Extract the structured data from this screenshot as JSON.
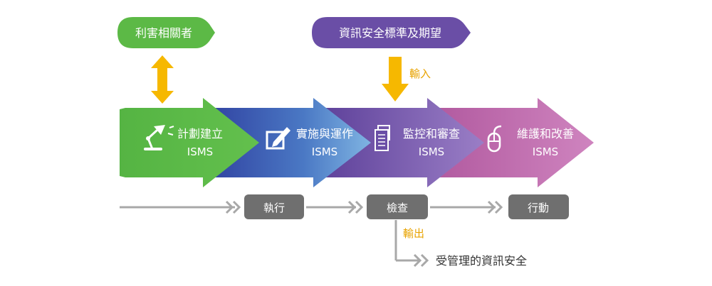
{
  "top_labels": {
    "stakeholders": "利害相關者",
    "requirements": "資訊安全標準及期望"
  },
  "input_label": "輸入",
  "output_label": "輸出",
  "phases": [
    {
      "label": "計劃建立",
      "sublabel": "ISMS",
      "icon": "desk-lamp-icon"
    },
    {
      "label": "實施與運作",
      "sublabel": "ISMS",
      "icon": "edit-icon"
    },
    {
      "label": "監控和審查",
      "sublabel": "ISMS",
      "icon": "documents-icon"
    },
    {
      "label": "維護和改善",
      "sublabel": "ISMS",
      "icon": "mouse-icon"
    }
  ],
  "flow_steps": {
    "do": "執行",
    "check": "檢查",
    "act": "行動"
  },
  "result_label": "受管理的資訊安全",
  "colors": {
    "green": "#5cb946",
    "blue": "#3f56b0",
    "purple": "#6a4ea6",
    "pink": "#c06aae",
    "orange_arrow": "#f6b800",
    "orange_text": "#e8a300",
    "gray_box": "#6f6f6f",
    "gray_line": "#a8a8a8"
  }
}
